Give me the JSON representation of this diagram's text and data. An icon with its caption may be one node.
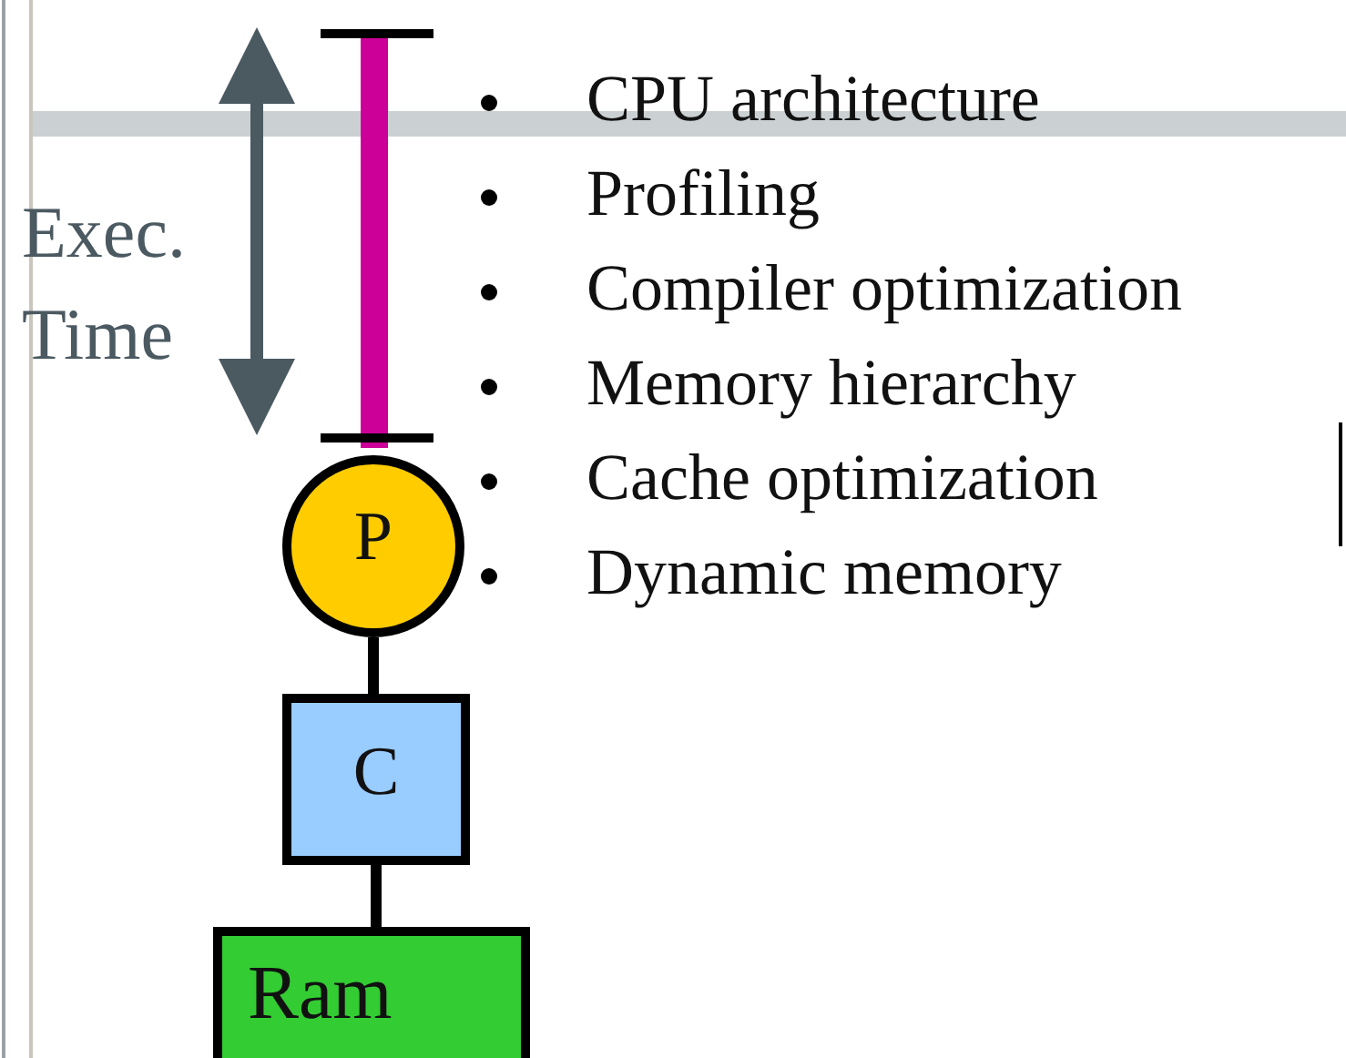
{
  "diagram": {
    "nodes": [
      {
        "text": [
          "P"
        ]
      },
      {
        "text": [
          "C"
        ]
      },
      {
        "text": [
          "Ram"
        ]
      },
      {
        "text": [],
        "shape": "bar"
      }
    ],
    "edges": [
      {
        "from": 0,
        "to": 1,
        "arrow": "none"
      },
      {
        "from": 1,
        "to": 2,
        "arrow": "none"
      }
    ],
    "labels": [
      "Exec. Time",
      "CPU architecture",
      "Profiling",
      "Compiler optimization",
      "Memory hierarchy",
      "Cache optimization",
      "Dynamic memory"
    ]
  }
}
